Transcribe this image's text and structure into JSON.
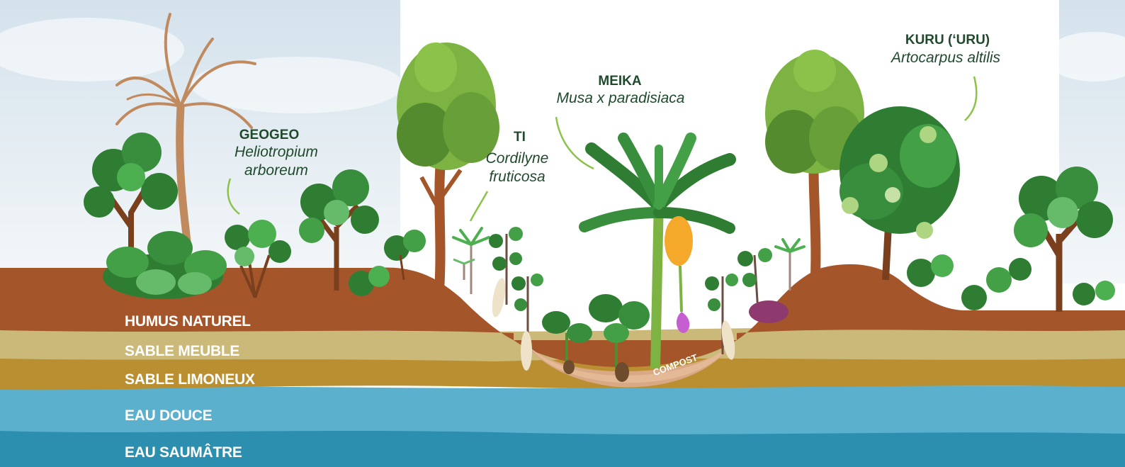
{
  "plants": {
    "geogeo": {
      "common": "GEOGEO",
      "scientific_1": "Heliotropium",
      "scientific_2": "arboreum"
    },
    "ti": {
      "common": "TI",
      "scientific_1": "Cordilyne",
      "scientific_2": "fruticosa"
    },
    "meika": {
      "common": "MEIKA",
      "scientific": "Musa x paradisiaca"
    },
    "kuru": {
      "common": "KURU (‘URU)",
      "scientific": "Artocarpus altilis"
    }
  },
  "compost_label": "COMPOST",
  "layers": {
    "humus": "HUMUS NATUREL",
    "sable_meuble": "SABLE MEUBLE",
    "sable_limoneux": "SABLE LIMONEUX",
    "eau_douce": "EAU DOUCE",
    "eau_saumatre": "EAU SAUMÂTRE"
  },
  "colors": {
    "sky": "#dfe9f0",
    "humus": "#a4562a",
    "sable_meuble": "#cbb97a",
    "sable_limoneux": "#b98f32",
    "compost": "#d9a884",
    "eau_douce": "#5ab0cd",
    "eau_saumatre": "#2c8fb0",
    "leaf_dark": "#2e7d32",
    "leaf_light": "#8bc34a",
    "trunk": "#7a3f1c",
    "palm": "#c08a5e",
    "label_text": "#1f4a2c"
  }
}
